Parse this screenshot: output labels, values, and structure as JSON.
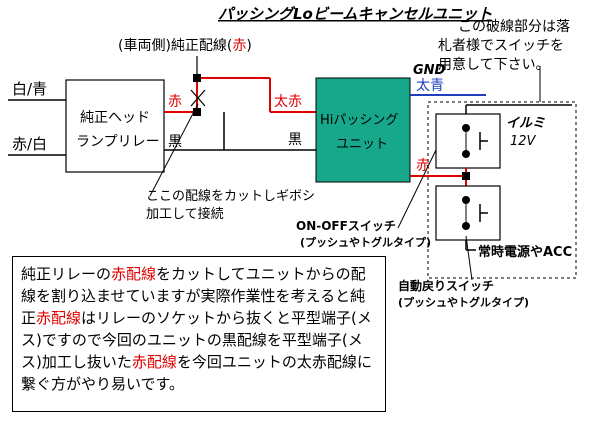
{
  "title": "パッシングLoビームキャンセルユニット",
  "wire_label_top": {
    "prefix": "(車両側)純正配線(",
    "color_word": "赤",
    "suffix": ")"
  },
  "left_wires": {
    "top": "白/青",
    "bottom": "赤/白"
  },
  "relay": {
    "line1": "純正ヘッド",
    "line2": "ランプリレー"
  },
  "wire_colors": {
    "red_label": "赤",
    "black_label": "黒",
    "thick_red": "太赤",
    "thick_blue": "太青",
    "black_right": "黒",
    "red_right": "赤",
    "gnd": "GND"
  },
  "unit": {
    "line1": "Hiパッシング",
    "line2": "ユニット",
    "color": "#17a88b"
  },
  "cut_note": {
    "line1": "ここの配線をカットしギボシ",
    "line2": "加工して接続"
  },
  "user_note": {
    "line1": "この破線部分は落",
    "line2": "札者様でスイッチを",
    "line3": "用意して下さい。"
  },
  "switch_top": {
    "label": "イルミ",
    "voltage": "12V"
  },
  "onoff_switch": {
    "line1": "ON-OFFスイッチ",
    "line2": "(プッシュやトグルタイプ)"
  },
  "power_label": "常時電源やACC",
  "momentary_switch": {
    "line1": "自動戻りスイッチ",
    "line2": "(プッシュやトグルタイプ)"
  },
  "note_box": {
    "p1": "純正リレーの",
    "p2": "赤配線",
    "p3": "をカットしてユニットからの配線を割り込ませていますが実際作業性を考えると純正",
    "p4": "赤配線",
    "p5": "はリレーのソケットから抜くと平型端子(メス)ですので今回のユニットの黒配線を平型端子(メス)加工し抜いた",
    "p6": "赤配線",
    "p7": "を今回ユニットの太赤配線に繋ぐ方がやり易いです。"
  },
  "colors": {
    "red": "#e00000",
    "blue": "#1f3fbf",
    "unit_green": "#17a88b"
  }
}
